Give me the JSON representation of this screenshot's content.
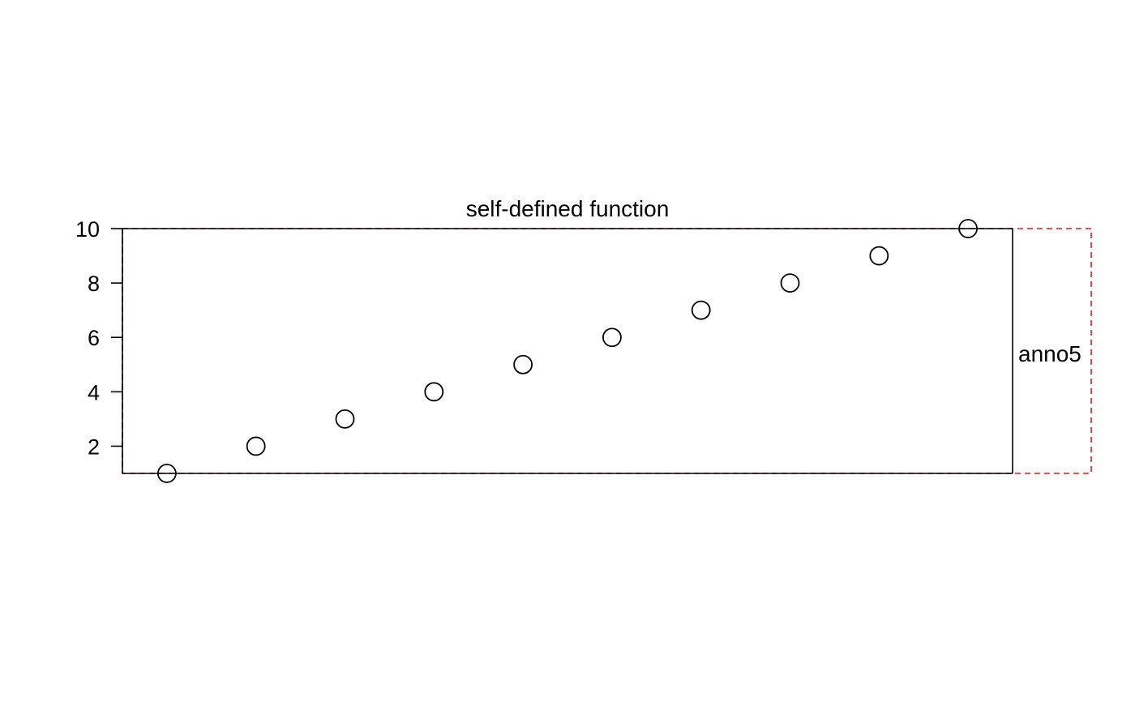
{
  "chart_data": {
    "type": "scatter",
    "title": "self-defined function",
    "xlabel": "",
    "ylabel": "",
    "x": [
      1,
      2,
      3,
      4,
      5,
      6,
      7,
      8,
      9,
      10
    ],
    "y": [
      1,
      2,
      3,
      4,
      5,
      6,
      7,
      8,
      9,
      10
    ],
    "xlim": [
      0.5,
      10.5
    ],
    "ylim": [
      1,
      10
    ],
    "y_ticks": [
      2,
      4,
      6,
      8,
      10
    ],
    "annotation": "anno5",
    "grid": false,
    "legend": "none",
    "colors": {
      "points": "#000000",
      "box": "#000000",
      "dashed_outline": "#e41a1c"
    }
  }
}
